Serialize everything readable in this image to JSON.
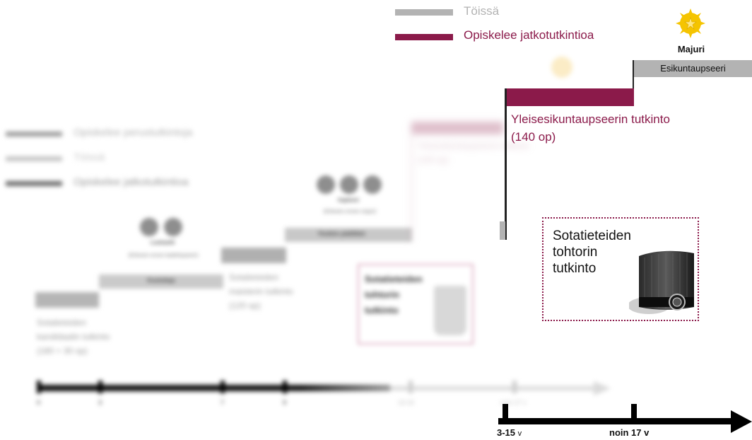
{
  "legend_top": {
    "working": {
      "label": "Töissä",
      "color": "#b3b3b3"
    },
    "postgrad": {
      "label": "Opiskelee jatkotutkintioa",
      "color": "#8b1a4a"
    }
  },
  "legend_blurred": {
    "basic": "Opiskelee perustutkintoja",
    "working": "Töissä",
    "postgrad": "Opiskelee jatkotutkintioa"
  },
  "stages_blurred": {
    "bachelor": "Sotatieteiden kandidaatin tutkinto (180 + 30 op)",
    "master": "Sotatieteiden maisterin tutkinto (120 op)",
    "lieutenant_rank": "Luutnantti",
    "lieutenant_note": "(Erikseen ennen kadettiupseeri)",
    "platoon_leader": "Kouluttaja",
    "captain_rank": "Kapteeni",
    "captain_note": "(Erikseen ennen majuri)",
    "company_chief": "Yksikön päällikkö",
    "staff_officer_course": "Yleisesikuntaupseerin tutkinto (140 op)",
    "doctorate_box": "Sotatieteiden tohtorin tutkinto"
  },
  "timeline_blurred": {
    "ticks": [
      "0",
      "3",
      "7",
      "9",
      "13-15",
      "noin 17 v"
    ]
  },
  "highlight": {
    "rank": "Majuri",
    "role": "Esikuntaupseeri",
    "course_line1": "Yleisesikuntaupseerin tutkinto",
    "course_line2": "(140 op)",
    "doctorate_line1": "Sotatieteiden",
    "doctorate_line2": "tohtorin",
    "doctorate_line3": "tutkinto",
    "tick_a_main": "3-15",
    "tick_a_unit": "v",
    "tick_b": "noin 17 v"
  },
  "colors": {
    "accent": "#8b1a4a",
    "grey_bar": "#b3b3b3",
    "rank_badge": "#f5c400"
  }
}
